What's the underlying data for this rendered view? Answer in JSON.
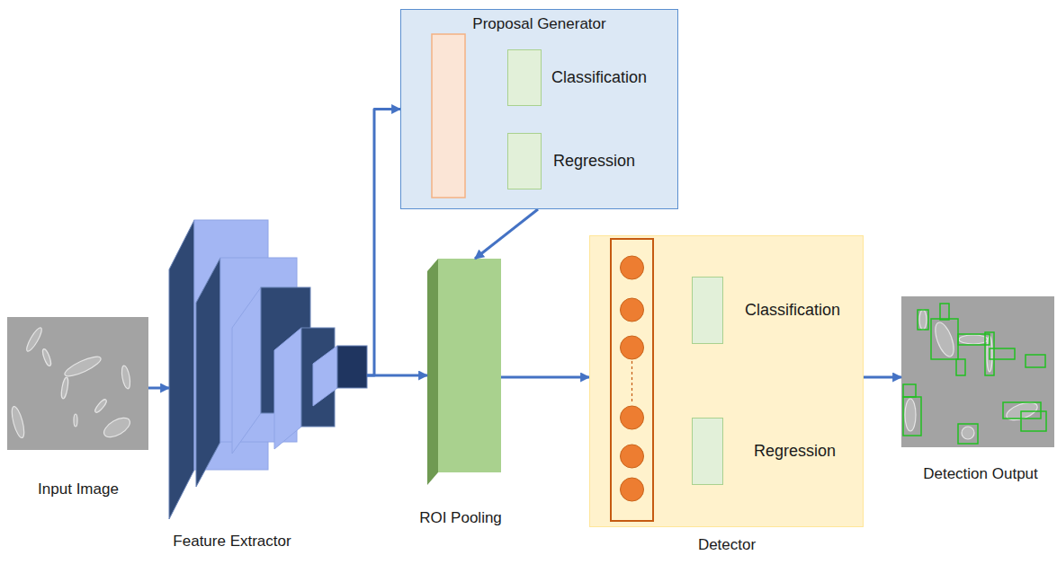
{
  "diagram": {
    "nodes": [
      {
        "text": [
          "Proposal Generator"
        ]
      },
      {
        "text": [
          "Classification"
        ],
        "in": 0
      },
      {
        "text": [
          "Regression"
        ],
        "in": 0
      },
      {
        "text": [
          "Input Image"
        ]
      },
      {
        "text": [
          "Feature Extractor"
        ]
      },
      {
        "text": [
          "ROI Pooling"
        ]
      },
      {
        "text": [
          "Detector"
        ]
      },
      {
        "text": [
          "Classification"
        ],
        "in": 6
      },
      {
        "text": [
          "Regression"
        ],
        "in": 6
      },
      {
        "text": [
          "Detection Output"
        ]
      }
    ],
    "edges": [
      {
        "from": 3,
        "to": 4,
        "arrow": "to"
      },
      {
        "from": 4,
        "to": 5,
        "arrow": "to"
      },
      {
        "from": 4,
        "to": 0,
        "arrow": "to"
      },
      {
        "from": 0,
        "to": 5,
        "arrow": "to"
      },
      {
        "from": 5,
        "to": 6,
        "arrow": "to"
      },
      {
        "from": 6,
        "to": 9,
        "arrow": "to"
      }
    ]
  }
}
